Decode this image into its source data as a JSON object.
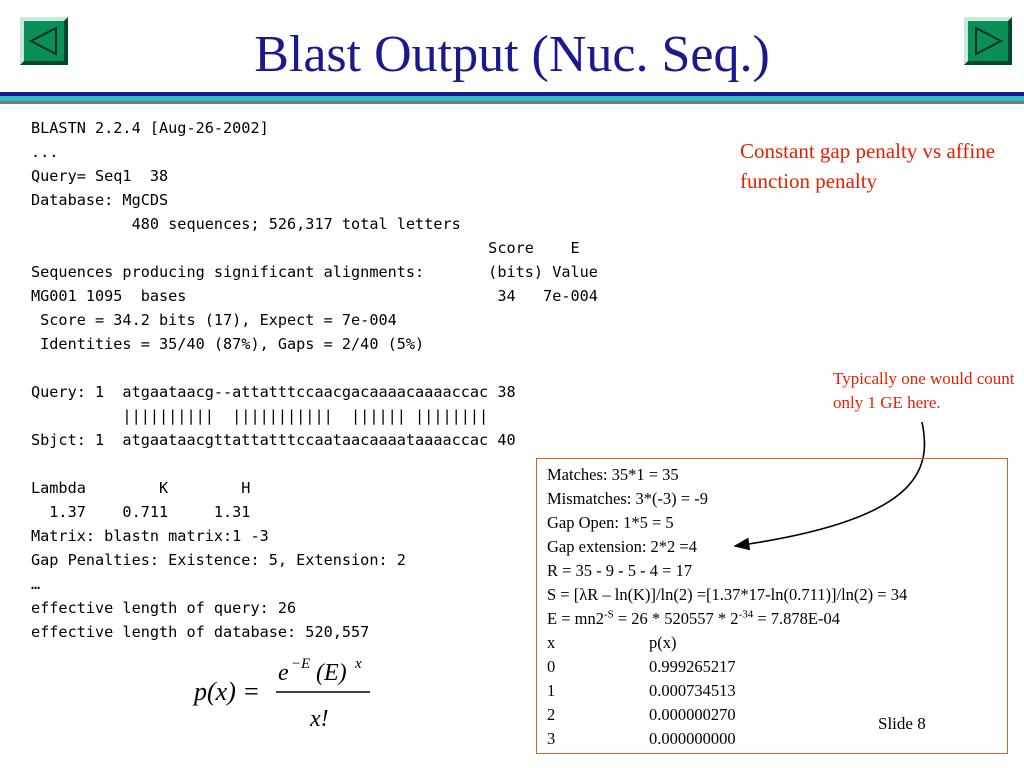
{
  "slide": {
    "title": "Blast Output (Nuc. Seq.)",
    "slide_number": "Slide 8",
    "nav": {
      "prev_icon": "triangle-left-icon",
      "next_icon": "triangle-right-icon",
      "button_color": "#0a8f5a"
    },
    "title_color": "#1a1a8c",
    "rule_colors": [
      "#1a1a8c",
      "#2bbfc4",
      "#7a7a7a"
    ]
  },
  "blast_output": {
    "lines": [
      "BLASTN 2.2.4 [Aug-26-2002]",
      "...",
      "Query= Seq1  38",
      "Database: MgCDS",
      "           480 sequences; 526,317 total letters",
      "                                                  Score    E",
      "Sequences producing significant alignments:       (bits) Value",
      "MG001 1095  bases                                  34   7e-004",
      " Score = 34.2 bits (17), Expect = 7e-004",
      " Identities = 35/40 (87%), Gaps = 2/40 (5%)",
      "",
      "Query: 1  atgaataacg--attatttccaacgacaaaacaaaaccac 38",
      "          ||||||||||  |||||||||||  |||||| ||||||||",
      "Sbjct: 1  atgaataacgttattatttccaataacaaaataaaaccac 40",
      "",
      "Lambda        K        H",
      "  1.37    0.711     1.31",
      "Matrix: blastn matrix:1 -3",
      "Gap Penalties: Existence: 5, Extension: 2",
      "…",
      "effective length of query: 26",
      "effective length of database: 520,557"
    ]
  },
  "notes": {
    "gap_penalty": "Constant gap penalty vs affine function penalty",
    "ge_count": "Typically one would count only 1 GE here.",
    "note_color": "#e62000"
  },
  "calc": {
    "matches": "Matches: 35*1 = 35",
    "mismatches": "Mismatches: 3*(-3) = -9",
    "gap_open": "Gap Open: 1*5 = 5",
    "gap_extension": "Gap extension: 2*2 =4",
    "raw_score": "R = 35 - 9 - 5 - 4 = 17",
    "bit_score": "S =  [λR – ln(K)]/ln(2) =[1.37*17-ln(0.711)]/ln(2) = 34",
    "evalue_prefix": "E = mn2",
    "evalue_exp1": "-S",
    "evalue_middle": " = 26 * 520557 * 2",
    "evalue_exp2": "-34",
    "evalue_suffix": " = 7.878E-04",
    "table_header": [
      "x",
      "p(x)"
    ],
    "table_rows": [
      [
        "0",
        "0.999265217"
      ],
      [
        "1",
        "0.000734513"
      ],
      [
        "2",
        "0.000000270"
      ],
      [
        "3",
        "0.000000000"
      ]
    ],
    "border_color": "#e06020"
  },
  "formula": {
    "lhs": "p(x) =",
    "numerator_base": "e",
    "numerator_exp1": "−E",
    "numerator_mid": "(E)",
    "numerator_exp2": "x",
    "denominator": "x!"
  }
}
